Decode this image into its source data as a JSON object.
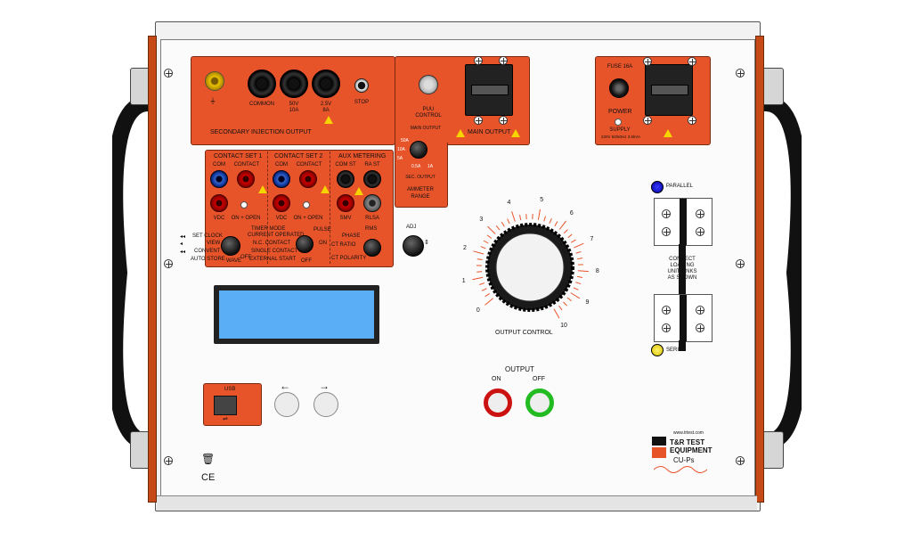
{
  "secondary_injection": {
    "title": "SECONDARY INJECTION OUTPUT",
    "common": "COMMON",
    "v50": "50V",
    "v50_sub": "10A",
    "v25": "2.5V",
    "v25_sub": "8A",
    "stop": "STOP"
  },
  "main_output": {
    "title": "MAIN OUTPUT",
    "puu_label": "PUU",
    "control_label": "CONTROL",
    "main_output_small": "MAIN OUTPUT",
    "sec_output": "SEC. OUTPUT",
    "ammeter_range": "AMMETER",
    "range": "RANGE",
    "range_steps": [
      "50A",
      "10A",
      "5A",
      "0.5A",
      "1A"
    ]
  },
  "power": {
    "fuse": "FUSE 16A",
    "label": "POWER",
    "supply": "SUPPLY",
    "rating": "230V 50/60Hz 3.5kVA"
  },
  "contact_set_1": {
    "title": "CONTACT SET 1",
    "com": "COM",
    "contact": "CONTACT",
    "vdc": "VDC",
    "on_open": "ON + OPEN"
  },
  "contact_set_2": {
    "title": "CONTACT SET 2",
    "com": "COM",
    "contact": "CONTACT",
    "vdc": "VDC",
    "on_open": "ON + OPEN"
  },
  "aux_metering": {
    "title": "AUX METERING",
    "com": "COM ST",
    "ra": "RA ST",
    "smv": "SMV",
    "rlsa": "RLSA"
  },
  "timer_mode": {
    "items": [
      "TIMER MODE",
      "CURRENT OPERATED",
      "N.C. CONTACT",
      "SINGLE CONTACT",
      "EXTERNAL START"
    ],
    "pulse": "PULSE",
    "on": "ON",
    "off": "OFF"
  },
  "selector": {
    "items": [
      "SET CLOCK",
      "VIEW",
      "CONVENT",
      "AUTO STORE"
    ],
    "wave": "WAVE",
    "off": "OFF"
  },
  "phase": {
    "items": [
      "PHASE",
      "CT RATIO",
      "CT POLARITY"
    ],
    "rms": "RMS"
  },
  "adj": "ADJ",
  "dial": {
    "label": "OUTPUT CONTROL",
    "numbers": [
      "0",
      "1",
      "2",
      "3",
      "4",
      "5",
      "6",
      "7",
      "8",
      "9",
      "10"
    ]
  },
  "links": {
    "parallel": "PARALLEL",
    "series": "SERIES",
    "note": [
      "CONNECT",
      "LOADING",
      "UNIT LINKS",
      "AS SHOWN"
    ]
  },
  "usb": {
    "label": "USB"
  },
  "output": {
    "title": "OUTPUT",
    "on": "ON",
    "off": "OFF"
  },
  "brand": {
    "url": "www.trtest.com",
    "name1": "T&R TEST",
    "name2": "EQUIPMENT",
    "model": "CU-Ps"
  },
  "marks": {
    "ce": "CE"
  }
}
